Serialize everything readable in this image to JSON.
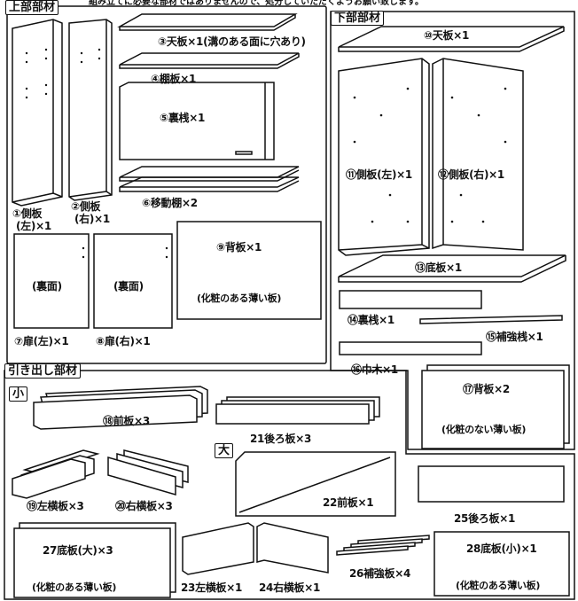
{
  "top_note": "組み立てに必要な部材ではありませんので、処分していただくようお願い致します。",
  "sections": {
    "upper": "上部部材",
    "lower": "下部部材",
    "drawer": "引き出し部材",
    "drawer_small": "小",
    "drawer_large": "大"
  },
  "upper_parts": {
    "p1_a": "①側板",
    "p1_b": "(左)×1",
    "p2_a": "②側板",
    "p2_b": "(右)×1",
    "p3": "③天板×1(溝のある面に穴あり)",
    "p4": "④棚板×1",
    "p5": "⑤裏桟×1",
    "p6": "⑥移動棚×2",
    "p7": "⑦扉(左)×1",
    "p7_face": "(裏面)",
    "p8": "⑧扉(右)×1",
    "p8_face": "(裏面)",
    "p9": "⑨背板×1",
    "p9_note": "(化粧のある薄い板)"
  },
  "lower_parts": {
    "p10": "⑩天板×1",
    "p11": "⑪側板(左)×1",
    "p12": "⑫側板(右)×1",
    "p13": "⑬底板×1",
    "p14": "⑭裏桟×1",
    "p15": "⑮補強桟×1",
    "p16": "⑯巾木×1",
    "p17": "⑰背板×2",
    "p17_note": "(化粧のない薄い板)"
  },
  "drawer_parts": {
    "p18": "⑱前板×3",
    "p19": "⑲左横板×3",
    "p20": "⑳右横板×3",
    "p21": "21後ろ板×3",
    "p22": "22前板×1",
    "p23": "23左横板×1",
    "p24": "24右横板×1",
    "p25": "25後ろ板×1",
    "p26": "26補強板×4",
    "p27": "27底板(大)×3",
    "p27_note": "(化粧のある薄い板)",
    "p28": "28底板(小)×1",
    "p28_note": "(化粧のある薄い板)"
  }
}
